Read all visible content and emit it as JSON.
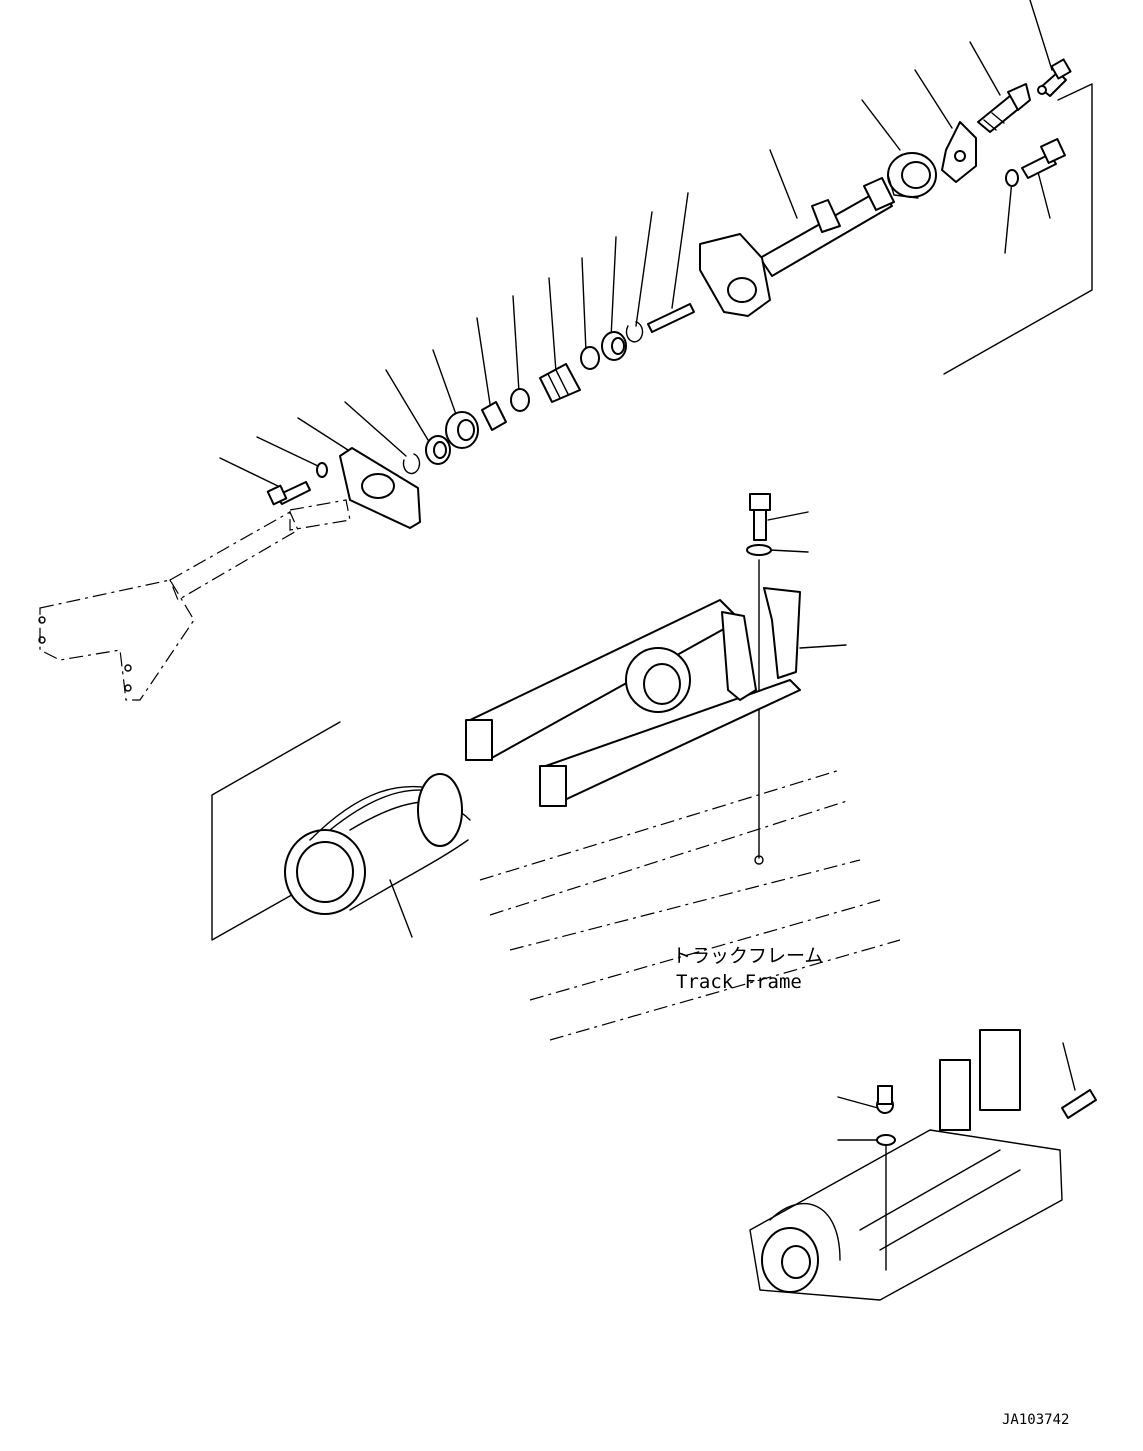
{
  "labels": {
    "track_frame_jp": "トラックフレーム",
    "track_frame_en": "Track Frame",
    "drawing_code": "JA103742"
  },
  "colors": {
    "line": "#000000",
    "background": "#ffffff"
  }
}
